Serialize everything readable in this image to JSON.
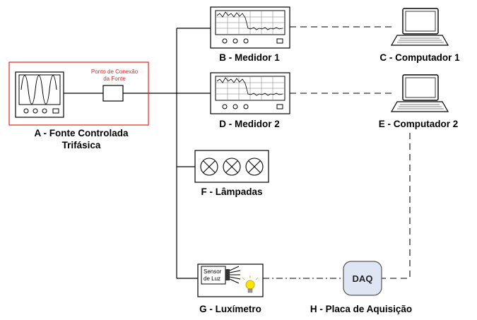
{
  "labels": {
    "source": [
      "A - Fonte Controlada",
      "Trifásica"
    ],
    "meter1": "B - Medidor 1",
    "computer1": "C - Computador 1",
    "meter2": "D - Medidor 2",
    "computer2": "E - Computador 2",
    "lamps": "F - Lâmpadas",
    "luximeter": "G - Luxímetro",
    "daq_board": "H - Placa de Aquisição"
  },
  "connection_point": [
    "Ponto de Conexão",
    "da Fonte"
  ],
  "daq_text": "DAQ",
  "sensor_text": [
    "Sensor",
    "de Luz"
  ],
  "colors": {
    "highlight": "#e8231f",
    "line": "#000000",
    "dashed": "#555555",
    "daq_fill": "#dde6f2",
    "bulb": "#ffe400"
  }
}
